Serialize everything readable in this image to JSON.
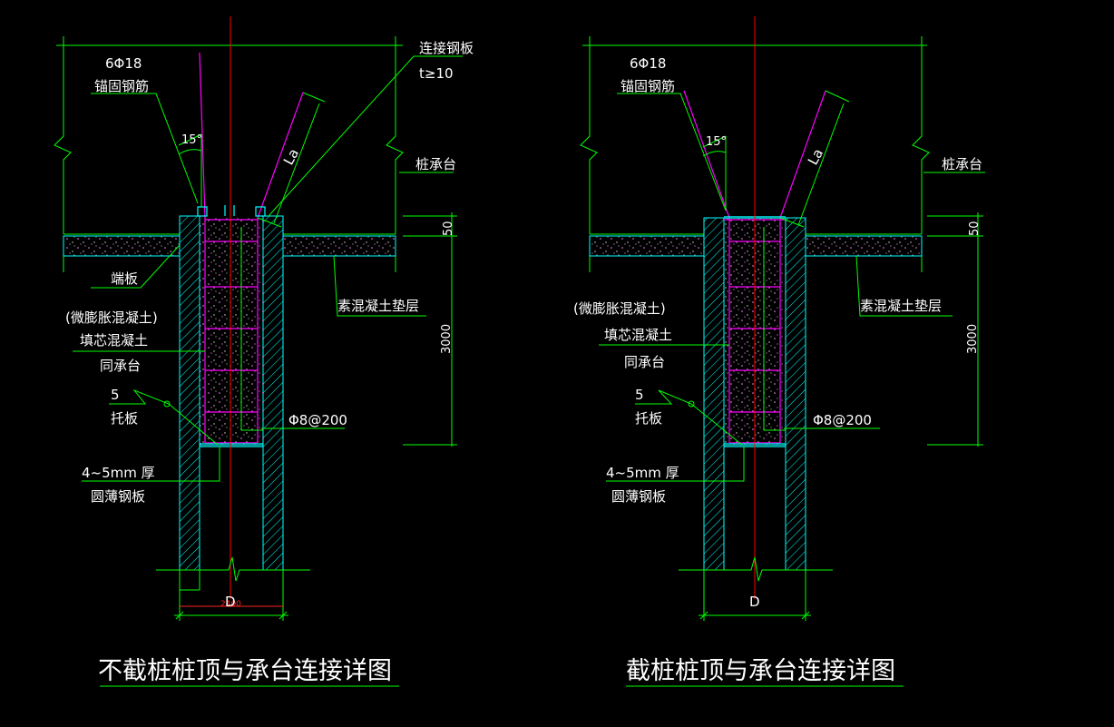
{
  "colors": {
    "background": "#000000",
    "outline": "#00ff00",
    "pile_wall": "#00ffff",
    "rebar": "#ff00ff",
    "centerline": "#ff0000",
    "text": "#ffffff",
    "concrete_dots": "#ff88ff",
    "dimension_small": "#ff2222"
  },
  "left_detail": {
    "title": "不截桩桩顶与承台连接详图",
    "anchor_bar_count": "6Φ18",
    "anchor_bar_label": "锚固钢筋",
    "plate_label": "连接钢板",
    "plate_thickness": "t≥10",
    "angle": "15°",
    "anchor_length": "La",
    "cap_label": "桩承台",
    "cushion_thickness": "50",
    "end_plate": "端板",
    "cushion_label": "素混凝土垫层",
    "fill_note_1": "(微膨胀混凝土)",
    "fill_note_2": "填芯混凝土",
    "fill_note_3": "同承台",
    "fill_depth": "3000",
    "support_thk": "5",
    "support_plate": "托板",
    "stirrup": "Φ8@200",
    "thin_plate_1": "4~5mm 厚",
    "thin_plate_2": "圆薄钢板",
    "diameter": "D",
    "small_dim": "2400"
  },
  "right_detail": {
    "title": "截桩桩顶与承台连接详图",
    "anchor_bar_count": "6Φ18",
    "anchor_bar_label": "锚固钢筋",
    "angle": "15°",
    "anchor_length": "La",
    "cap_label": "桩承台",
    "cushion_thickness": "50",
    "cushion_label": "素混凝土垫层",
    "fill_note_1": "(微膨胀混凝土)",
    "fill_note_2": "填芯混凝土",
    "fill_note_3": "同承台",
    "fill_depth": "3000",
    "support_thk": "5",
    "support_plate": "托板",
    "stirrup": "Φ8@200",
    "thin_plate_1": "4~5mm 厚",
    "thin_plate_2": "圆薄钢板",
    "diameter": "D"
  }
}
